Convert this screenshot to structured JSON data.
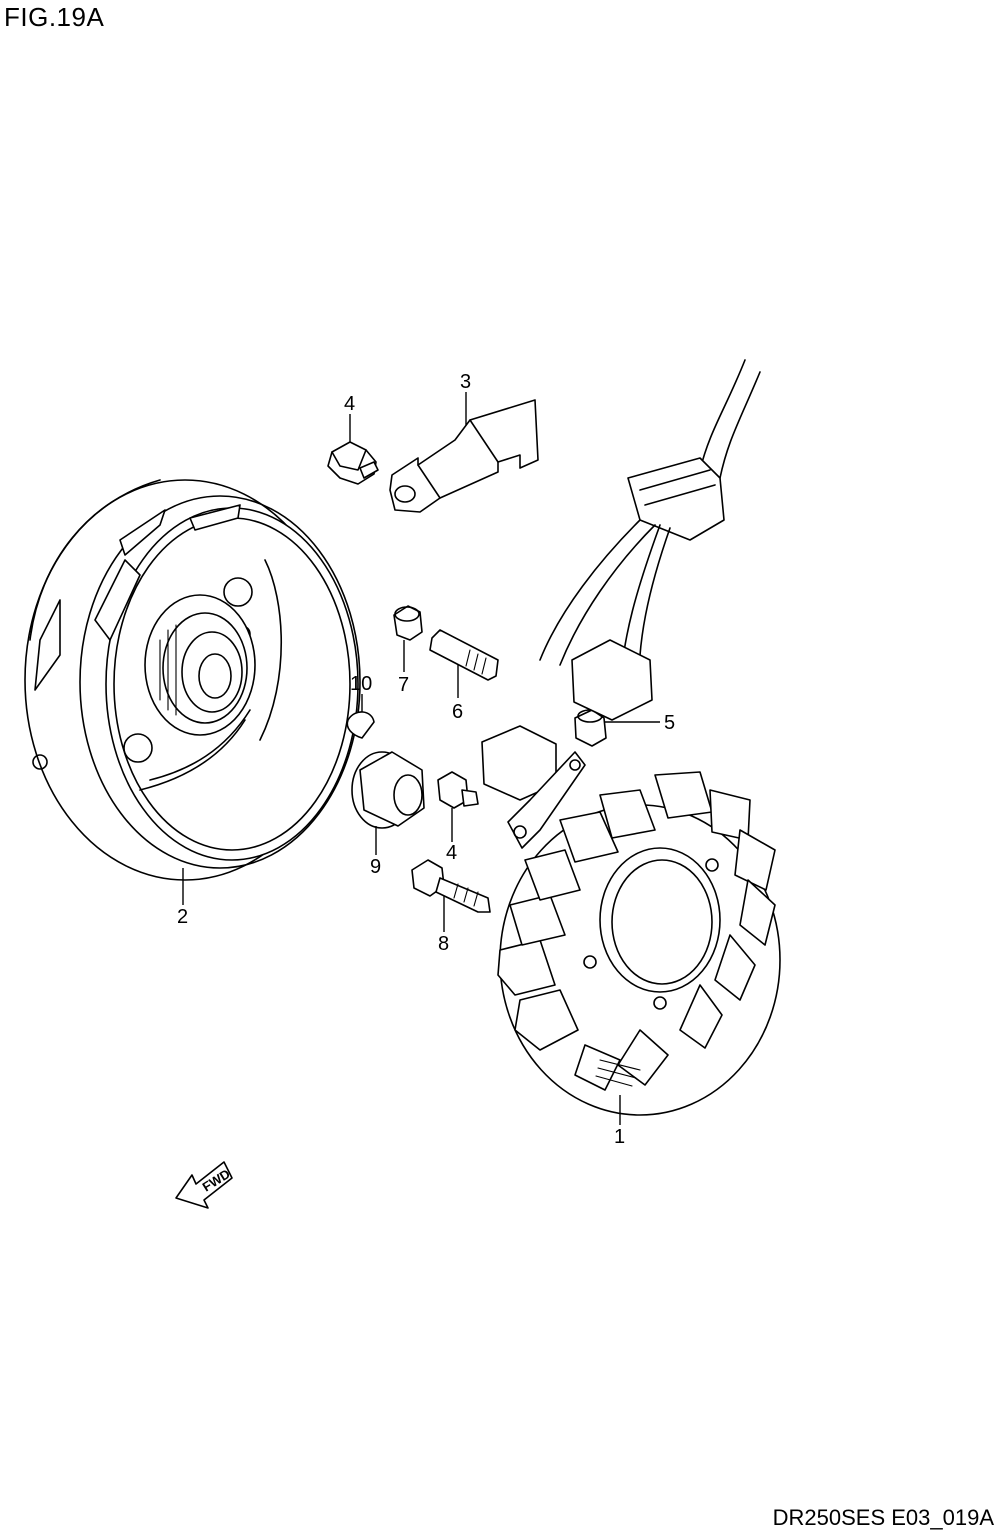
{
  "figure": {
    "title": "FIG.19A",
    "code": "DR250SES E03_019A"
  },
  "fwd_label": "FWD",
  "callouts": [
    {
      "id": "c1",
      "label": "1"
    },
    {
      "id": "c2",
      "label": "2"
    },
    {
      "id": "c3",
      "label": "3"
    },
    {
      "id": "c4a",
      "label": "4"
    },
    {
      "id": "c4b",
      "label": "4"
    },
    {
      "id": "c5",
      "label": "5"
    },
    {
      "id": "c6",
      "label": "6"
    },
    {
      "id": "c7",
      "label": "7"
    },
    {
      "id": "c8",
      "label": "8"
    },
    {
      "id": "c9",
      "label": "9"
    },
    {
      "id": "c10",
      "label": "10"
    }
  ]
}
